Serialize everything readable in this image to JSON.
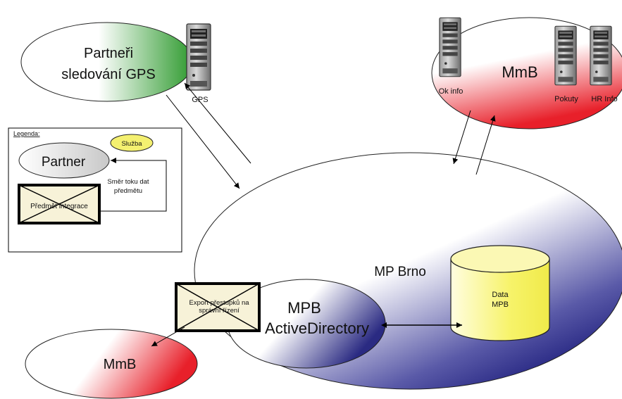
{
  "nodes": {
    "gps_partner": {
      "label_line1": "Partneři",
      "label_line2": "sledování GPS"
    },
    "gps_server": {
      "label": "GPS"
    },
    "mmb_top": {
      "label": "MmB"
    },
    "ok_info_server": {
      "label": "Ok info"
    },
    "pokuty_server": {
      "label": "Pokuty"
    },
    "hr_info_server": {
      "label": "HR Info"
    },
    "mp_brno": {
      "label": "MP Brno"
    },
    "active_directory": {
      "label_line1": "MPB",
      "label_line2": "ActiveDirectory"
    },
    "database": {
      "label_line1": "Data",
      "label_line2": "MPB"
    },
    "export_envelope": {
      "label_line1": "Export přestupků na",
      "label_line2": "správní řízení"
    },
    "mmb_bottom": {
      "label": "MmB"
    }
  },
  "legend": {
    "title": "Legenda:",
    "partner_label": "Partner",
    "service_label": "Služba",
    "envelope_label": "Předmět integrace",
    "flow_label_line1": "Směr toku dat",
    "flow_label_line2": "předmětu"
  },
  "colors": {
    "green": "#2e9a2e",
    "red": "#e8202a",
    "navy": "#1b1b7a",
    "yellow_db": "#f7f36a",
    "service_yellow": "#f4f070",
    "envelope_fill": "#f7f2d8"
  }
}
